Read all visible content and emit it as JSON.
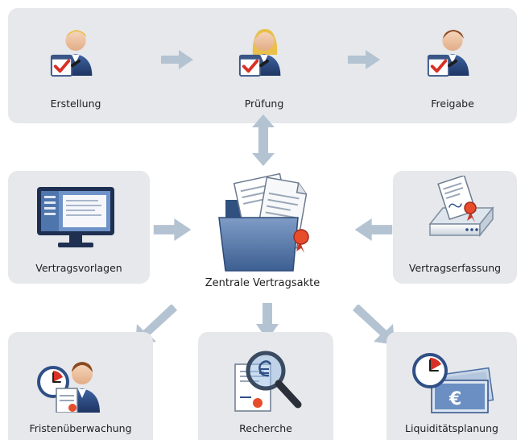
{
  "workflow": {
    "steps": [
      {
        "label": "Erstellung",
        "icon": "person-checklist-icon"
      },
      {
        "label": "Prüfung",
        "icon": "person-checklist-icon"
      },
      {
        "label": "Freigabe",
        "icon": "person-checklist-icon"
      }
    ]
  },
  "left_node": {
    "label": "Vertragsvorlagen",
    "icon": "monitor-icon"
  },
  "center_node": {
    "label": "Zentrale Vertragsakte",
    "icon": "folder-documents-icon"
  },
  "right_node": {
    "label": "Vertragserfassung",
    "icon": "scanner-icon"
  },
  "bottom_nodes": [
    {
      "label": "Fristenüberwachung",
      "icon": "person-clock-icon"
    },
    {
      "label": "Recherche",
      "icon": "magnifier-document-icon"
    },
    {
      "label": "Liquiditätsplanung",
      "icon": "euro-banknotes-icon"
    }
  ],
  "colors": {
    "panel": "#e6e8eb",
    "arrow": "#b4c3d2",
    "person_blue": "#2f4f86",
    "check_red": "#d93025",
    "folder_blue": "#4a6fa5"
  }
}
